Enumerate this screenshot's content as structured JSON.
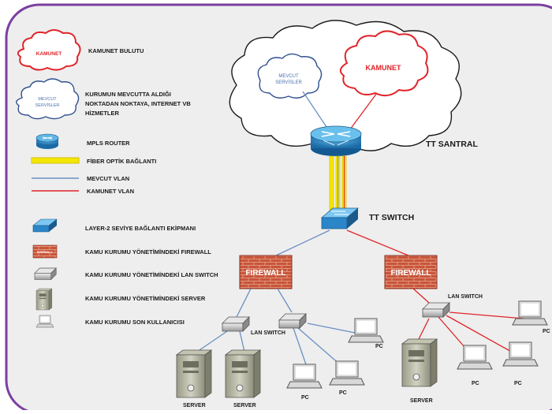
{
  "legend": {
    "kamunet_cloud_text": "KAMUNET",
    "kamunet_cloud_label": "KAMUNET BULUTU",
    "existing_cloud_text": "MEVCUT SERVİSLER",
    "existing_cloud_label_lines": [
      "KURUMUN MEVCUTTA ALDIĞI",
      "NOKTADAN NOKTAYA, INTERNET VB",
      "HİZMETLER"
    ],
    "router_label": "MPLS ROUTER",
    "fiber_label": "FİBER OPTİK BAĞLANTI",
    "existing_vlan_label": "MEVCUT VLAN",
    "kamunet_vlan_label": "KAMUNET VLAN",
    "layer2_label": "LAYER-2 SEVİYE BAĞLANTI EKİPMANI",
    "firewall_icon_text": "FIREWALL",
    "firewall_label": "KAMU KURUMU YÖNETİMİNDEKİ FIREWALL",
    "lan_switch_label": "KAMU KURUMU YÖNETİMİNDEKİ LAN SWITCH",
    "server_label": "KAMU KURUMU YÖNETİMİNDEKİ SERVER",
    "user_label": "KAMU KURUMU SON KULLANICISI"
  },
  "diagram": {
    "existing_cloud_text": "MEVCUT SERVİSLER",
    "kamunet_cloud_text": "KAMUNET",
    "tt_santral": "TT SANTRAL",
    "tt_switch": "TT SWITCH",
    "firewall_text": "FIREWALL",
    "lan_switch": "LAN SWITCH",
    "pc": "PC",
    "server": "SERVER"
  },
  "colors": {
    "kamunet_red": "#e0242a",
    "existing_blue": "#6a8fc4",
    "fiber_yellow": "#f5e600",
    "frame_purple": "#7b3fa0",
    "firewall_brick": "#c8553a"
  }
}
